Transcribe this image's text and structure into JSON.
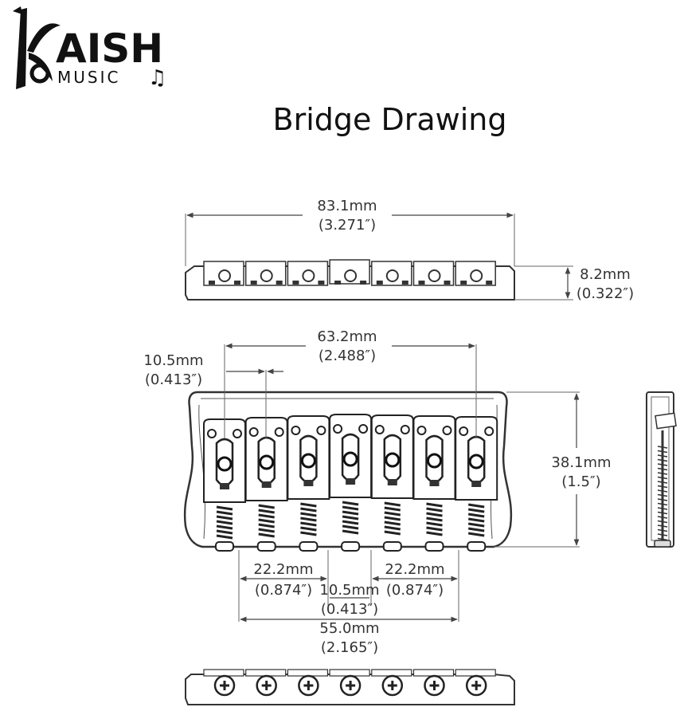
{
  "logo": {
    "brand": "AISH",
    "sub": "MUSIC"
  },
  "title": "Bridge Drawing",
  "dimensions": {
    "overall_length": {
      "mm": "83.1mm",
      "inch": "(3.271″)"
    },
    "height": {
      "mm": "8.2mm",
      "inch": "(0.322″)"
    },
    "outer_spacing": {
      "mm": "63.2mm",
      "inch": "(2.488″)"
    },
    "string_spacing": {
      "mm": "10.5mm",
      "inch": "(0.413″)"
    },
    "depth": {
      "mm": "38.1mm",
      "inch": "(1.5″)"
    },
    "left_group": {
      "mm": "22.2mm",
      "inch": "(0.874″)"
    },
    "right_group": {
      "mm": "22.2mm",
      "inch": "(0.874″)"
    },
    "center_gap": {
      "mm": "10.5mm",
      "inch": "(0.413″)"
    },
    "mount_spacing": {
      "mm": "55.0mm",
      "inch": "(2.165″)"
    }
  },
  "saddle_count": 7
}
